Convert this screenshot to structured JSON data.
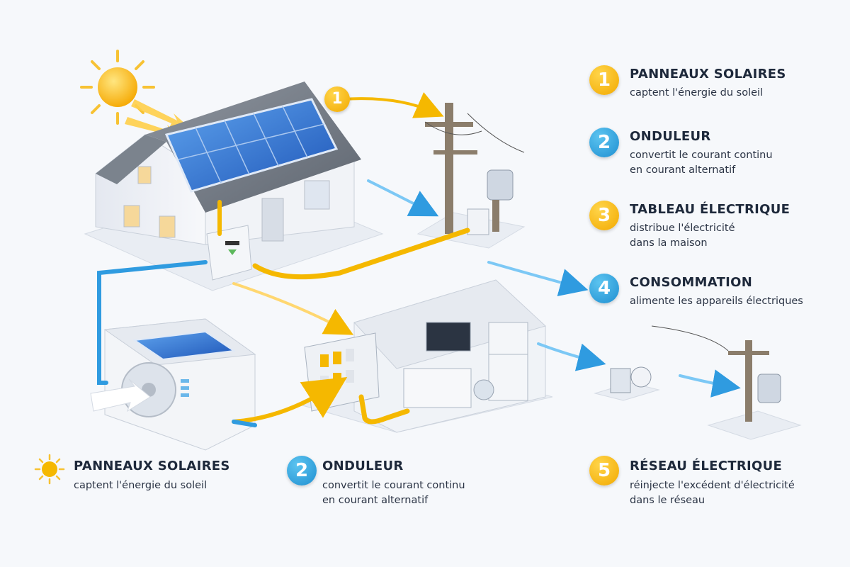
{
  "colors": {
    "solar_yellow": "#f5b800",
    "flow_blue": "#2f9be0",
    "panel_blue": "#2c6fd1",
    "background": "#f6f8fb"
  },
  "flow_badge": "1",
  "legend_right": [
    {
      "number": "1",
      "color": "yellow",
      "title": "PANNEAUX SOLAIRES",
      "lines": [
        "captent l'énergie du soleil"
      ]
    },
    {
      "number": "2",
      "color": "blue",
      "title": "ONDULEUR",
      "lines": [
        "convertit le courant continu",
        "en courant alternatif"
      ]
    },
    {
      "number": "3",
      "color": "yellow",
      "title": "TABLEAU ÉLECTRIQUE",
      "lines": [
        "distribue l'électricité",
        "dans la maison"
      ]
    },
    {
      "number": "4",
      "color": "blue",
      "title": "CONSOMMATION",
      "lines": [
        "alimente les appareils électriques"
      ]
    }
  ],
  "legend_bottom": [
    {
      "icon": "sun-icon",
      "title": "PANNEAUX SOLAIRES",
      "lines": [
        "captent l'énergie du soleil"
      ]
    },
    {
      "number": "2",
      "color": "blue",
      "title": "ONDULEUR",
      "lines": [
        "convertit le courant continu",
        "en courant alternatif"
      ]
    },
    {
      "number": "5",
      "color": "yellow",
      "title": "RÉSEAU ÉLECTRIQUE",
      "lines": [
        "réinjecte l'excédent d'électricité",
        "dans le réseau"
      ]
    }
  ]
}
